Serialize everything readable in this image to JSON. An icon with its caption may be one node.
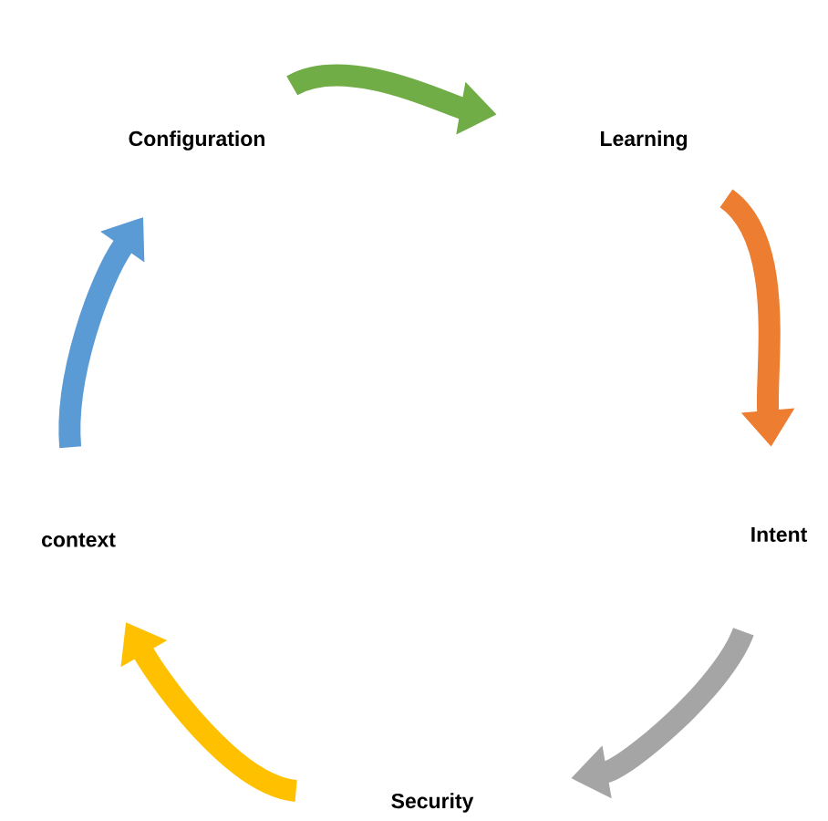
{
  "diagram": {
    "nodes": [
      {
        "text": [
          "Configuration"
        ]
      },
      {
        "text": [
          "Learning"
        ]
      },
      {
        "text": [
          "Intent"
        ]
      },
      {
        "text": [
          "Security"
        ]
      },
      {
        "text": [
          "context"
        ]
      }
    ],
    "edges": [
      {
        "from": 0,
        "to": 1,
        "arrow": "to",
        "color": "#70ad47"
      },
      {
        "from": 1,
        "to": 2,
        "arrow": "to",
        "color": "#ed7d31"
      },
      {
        "from": 2,
        "to": 3,
        "arrow": "to",
        "color": "#a5a5a5"
      },
      {
        "from": 3,
        "to": 4,
        "arrow": "to",
        "color": "#ffc000"
      },
      {
        "from": 4,
        "to": 0,
        "arrow": "to",
        "color": "#5b9bd5"
      }
    ]
  }
}
